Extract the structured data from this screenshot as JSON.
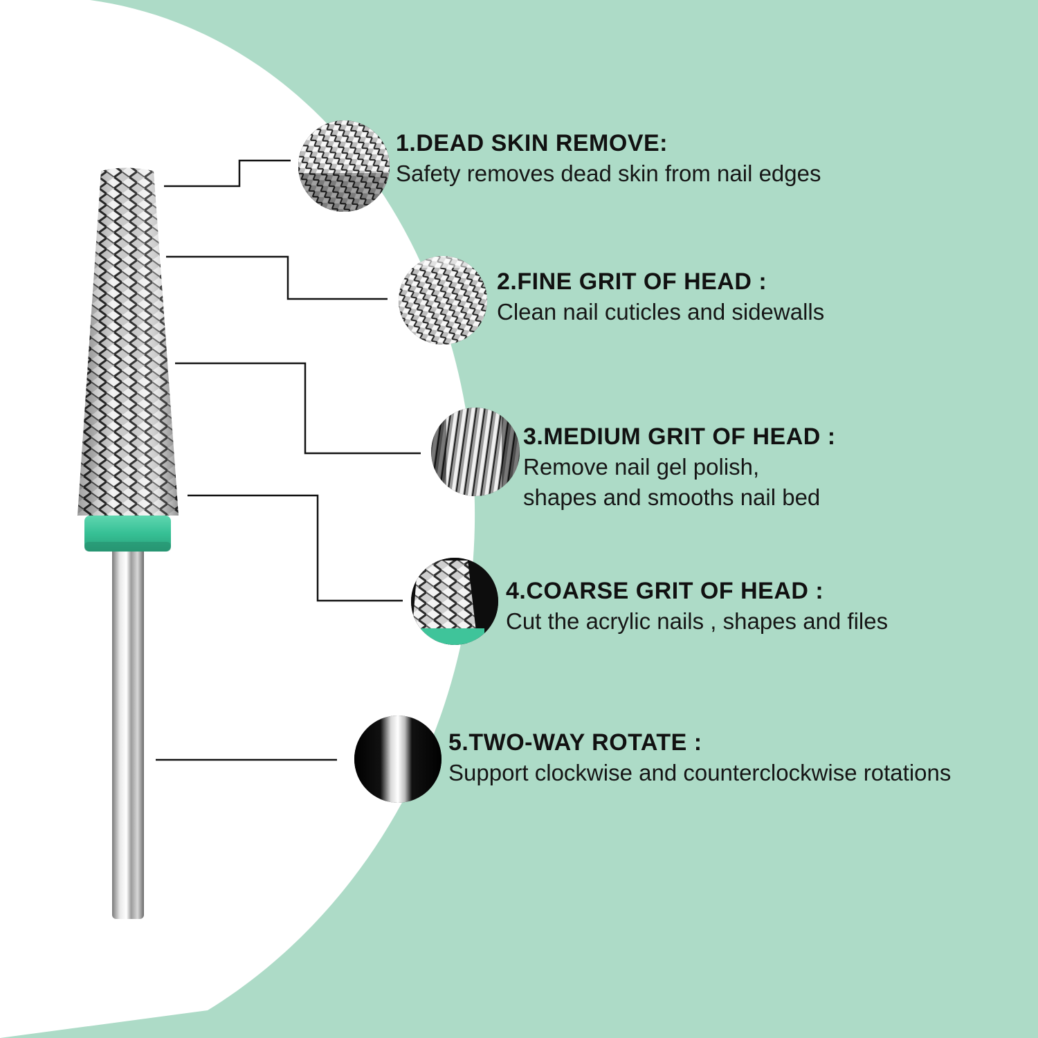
{
  "colors": {
    "background": "#ADDBC7",
    "white_panel": "#FFFFFF",
    "accent_green": "#3FC49A",
    "steel_light": "#F2F2F2",
    "steel_dark": "#2A2A2A",
    "connector_line": "#111111"
  },
  "features": [
    {
      "title": "1.DEAD SKIN REMOVE:",
      "description_lines": [
        "Safety removes dead skin from nail edges"
      ],
      "icon": "dead-skin-zoom-icon"
    },
    {
      "title": "2.FINE GRIT OF HEAD :",
      "description_lines": [
        "Clean nail cuticles and sidewalls"
      ],
      "icon": "fine-grit-zoom-icon"
    },
    {
      "title": "3.MEDIUM GRIT OF HEAD :",
      "description_lines": [
        "Remove nail gel polish,",
        "shapes and smooths nail bed"
      ],
      "icon": "medium-grit-zoom-icon"
    },
    {
      "title": "4.COARSE GRIT OF HEAD :",
      "description_lines": [
        "Cut the acrylic nails , shapes and files"
      ],
      "icon": "coarse-grit-zoom-icon"
    },
    {
      "title": "5.TWO-WAY ROTATE :",
      "description_lines": [
        "Support clockwise and counterclockwise rotations"
      ],
      "icon": "shank-zoom-icon"
    }
  ]
}
